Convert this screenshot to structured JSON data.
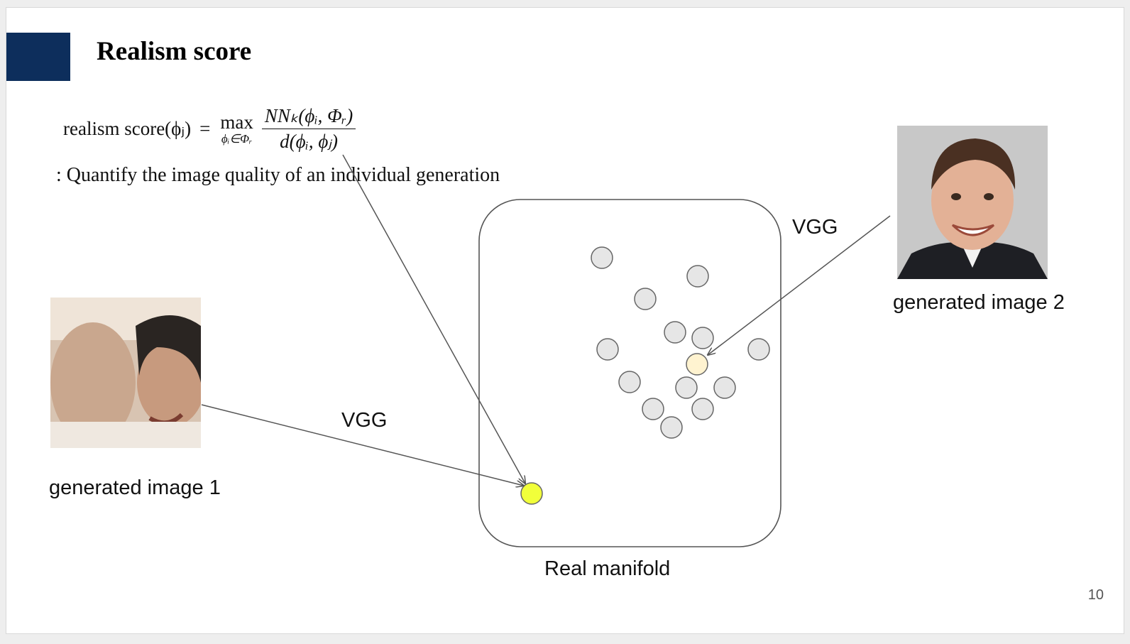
{
  "slide": {
    "title": "Realism score",
    "formula": {
      "lhs": "realism score(ϕⱼ)",
      "eq": "=",
      "op": "max",
      "op_sub": "ϕᵢ∈Φᵣ",
      "numerator": "NNₖ(ϕᵢ, Φᵣ)",
      "denominator": "d(ϕᵢ, ϕⱼ)"
    },
    "description": ": Quantify the image quality of an individual generation",
    "page_number": "10"
  },
  "diagram": {
    "manifold_label": "Real manifold",
    "left": {
      "caption": "generated image 1",
      "arrow_label": "VGG"
    },
    "right": {
      "caption": "generated image 2",
      "arrow_label": "VGG"
    }
  },
  "colors": {
    "accent": "#0d2e5c",
    "real_point_fill": "#e6e6e6",
    "real_point_stroke": "#666666",
    "generated1_point": "#f1ff3a",
    "generated2_point": "#fff3d0",
    "arrow": "#555555"
  }
}
